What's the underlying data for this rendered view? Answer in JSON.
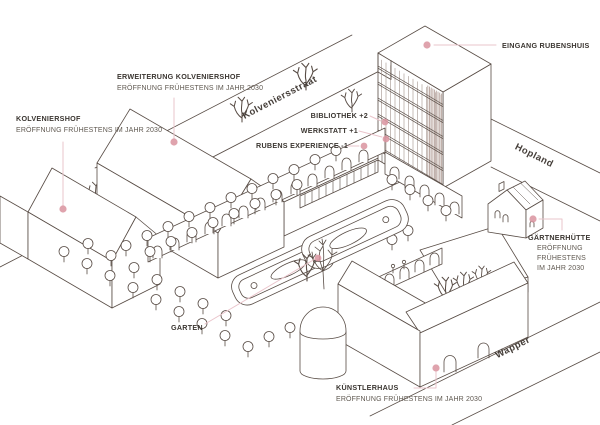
{
  "diagram": {
    "title_context": "Rubenshuis site axonometric diagram",
    "labels": {
      "eingang_rubenshuis": {
        "title": "EINGANG RUBENSHUIS"
      },
      "erweiterung_kolveniershof": {
        "title": "ERWEITERUNG KOLVENIERSHOF",
        "subtitle": "ERÖFFNUNG FRÜHESTENS IM JAHR 2030"
      },
      "kolveniershof": {
        "title": "KOLVENIERSHOF",
        "subtitle": "ERÖFFNUNG FRÜHESTENS IM JAHR 2030"
      },
      "bibliothek": {
        "title": "BIBLIOTHEK +2"
      },
      "werkstatt": {
        "title": "WERKSTATT +1"
      },
      "rubens_experience": {
        "title": "RUBENS EXPERIENCE -1"
      },
      "garten": {
        "title": "GARTEN"
      },
      "gaertnerhuette": {
        "title": "GÄRTNERHÜTTE",
        "subtitle_line1": "ERÖFFNUNG",
        "subtitle_line2": "FRÜHESTENS",
        "subtitle_line3": "IM JAHR 2030"
      },
      "kuenstlerhaus": {
        "title": "KÜNSTLERHAUS",
        "subtitle": "ERÖFFNUNG FRÜHESTENS IM JAHR 2030"
      }
    },
    "streets": {
      "kolveniersstraat": "Kolveniersstraat",
      "hopland": "Hopland",
      "wapper": "Wapper"
    },
    "colors": {
      "line": "#584c45",
      "window_hatch": "#9a8a82",
      "window_shade": "#b7a49d",
      "marker_dot": "#db96a2",
      "marker_line": "#eac4cb",
      "title_text": "#3b3631",
      "subtitle_text": "#5f5850",
      "street_text": "#463f3a",
      "background": "#ffffff"
    }
  }
}
